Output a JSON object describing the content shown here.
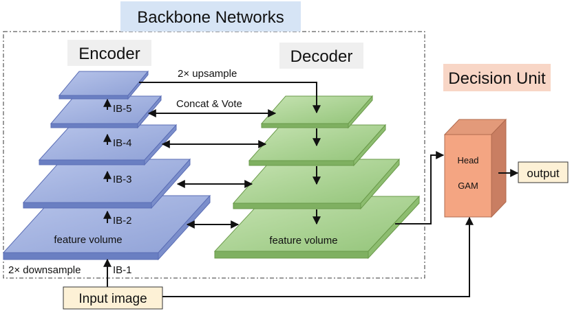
{
  "titles": {
    "backbone": "Backbone Networks",
    "encoder": "Encoder",
    "decoder": "Decoder",
    "decision": "Decision Unit"
  },
  "connections": {
    "upsample": "2× upsample",
    "concat": "Concat & Vote",
    "downsample": "2× downsample"
  },
  "encoder": {
    "blocks": [
      "IB-5",
      "IB-4",
      "IB-3",
      "IB-2",
      "IB-1"
    ],
    "base_label": "feature volume"
  },
  "decoder": {
    "base_label": "feature volume"
  },
  "decision_unit": {
    "head": "Head",
    "gam": "GAM",
    "output": "output"
  },
  "input_label": "Input image",
  "colors": {
    "encoder_fill": "#9aabd9",
    "encoder_stroke": "#5a6db5",
    "decoder_fill": "#a9d18e",
    "decoder_stroke": "#6a9a4a",
    "title_bg_blue": "#d6e4f5",
    "title_bg_grey": "#efefef",
    "title_bg_orange": "#f8d6c6",
    "box_fill_yellow": "#fdf1d6",
    "cube_fill": "#f4a582",
    "cube_side": "#c97e62"
  }
}
